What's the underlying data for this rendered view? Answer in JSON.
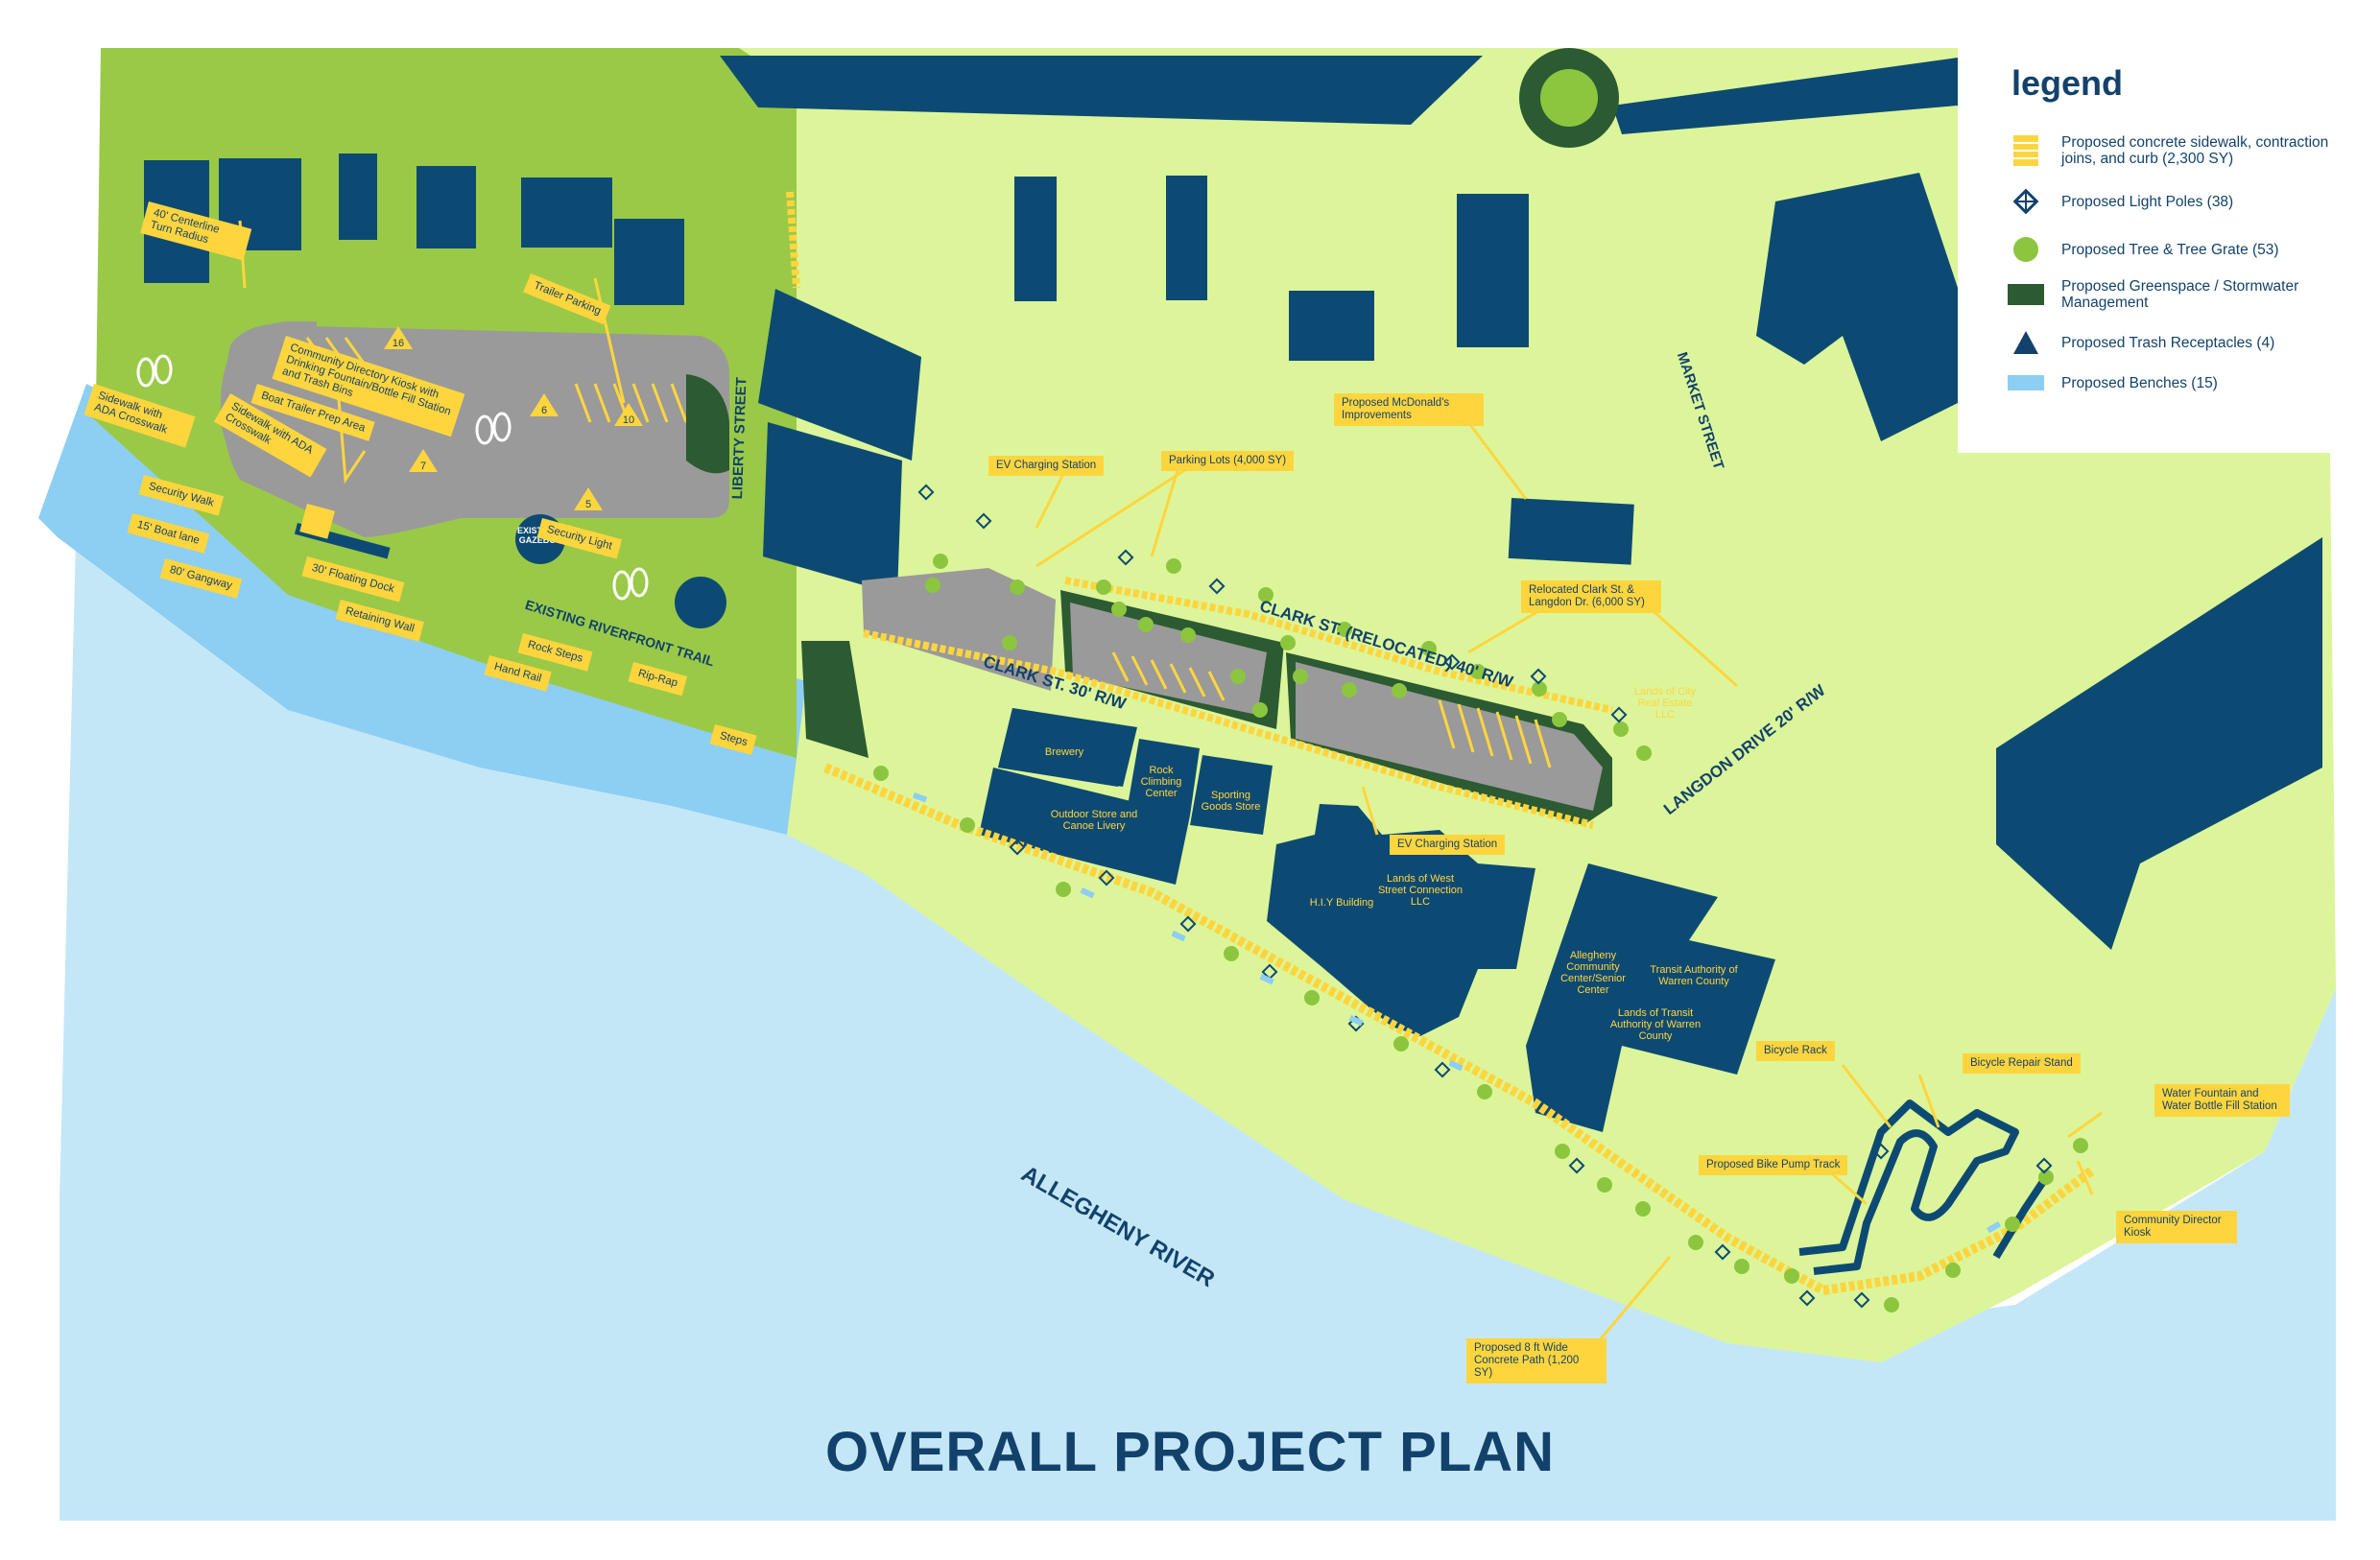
{
  "title": "OVERALL PROJECT PLAN",
  "colors": {
    "land": "#dcf59a",
    "greenspace": "#9ac947",
    "building": "#0d4a73",
    "water": "#c4e7f8",
    "water_dark": "#8dcef3",
    "pavement": "#9a9a9a",
    "callout": "#ffd53e",
    "tree": "#8cc63e",
    "dark_green": "#2c5a32"
  },
  "legend": {
    "title": "legend",
    "items": [
      {
        "icon": "sidewalk-swatch",
        "label": "Proposed concrete sidewalk, contraction joins, and curb (2,300 SY)"
      },
      {
        "icon": "light-pole-icon",
        "label": "Proposed Light Poles (38)"
      },
      {
        "icon": "tree-icon",
        "label": "Proposed Tree & Tree Grate (53)"
      },
      {
        "icon": "greenspace-swatch",
        "label": "Proposed Greenspace / Stormwater Management"
      },
      {
        "icon": "trash-triangle-icon",
        "label": "Proposed Trash Receptacles (4)"
      },
      {
        "icon": "bench-swatch",
        "label": "Proposed Benches (15)"
      }
    ]
  },
  "streets": {
    "liberty": "LIBERTY STREET",
    "market": "MARKET STREET",
    "clark_relocated": "CLARK ST. (RELOCATED) 40' R/W",
    "clark": "CLARK ST.  30' R/W",
    "langdon": "LANGDON DRIVE 20' R/W",
    "river": "ALLEGHENY RIVER",
    "trail": "EXISTING RIVERFRONT TRAIL",
    "gazebo": "EXISTING GAZEBO"
  },
  "buildings": {
    "brewery": "Brewery",
    "rock_climbing": "Rock Climbing Center",
    "sporting_goods": "Sporting Goods Store",
    "outdoor_store": "Outdoor Store and Canoe Livery",
    "hiy": "H.I.Y Building",
    "west_street": "Lands of West Street Connection LLC",
    "city_real_estate": "Lands of City Real Estate LLC",
    "allegheny_community": "Allegheny Community Center/Senior Center",
    "transit_1": "Transit Authority of Warren County",
    "transit_2": "Lands of Transit Authority of Warren County"
  },
  "callouts": {
    "turn_radius": "40' Centerline Turn Radius",
    "trailer_parking": "Trailer Parking",
    "kiosk": "Community Directory Kiosk with Drinking Fountain/Bottle Fill Station and Trash Bins",
    "boat_trailer": "Boat Trailer Prep Area",
    "sidewalk_ada_1": "Sidewalk with ADA Crosswalk",
    "sidewalk_ada_2": "Sidewalk with ADA Crosswalk",
    "security_walk": "Security Walk",
    "boat_lane": "15' Boat lane",
    "gangway": "80' Gangway",
    "floating_dock": "30' Floating Dock",
    "retaining_wall": "Retaining Wall",
    "security_light": "Security Light",
    "rock_steps": "Rock Steps",
    "hand_rail": "Hand Rail",
    "rip_rap": "Rip-Rap",
    "steps": "Steps",
    "ev_charging_1": "EV Charging Station",
    "parking_lots": "Parking Lots (4,000 SY)",
    "mcdonalds": "Proposed McDonald's Improvements",
    "relocated_clark": "Relocated Clark St. & Langdon Dr. (6,000 SY)",
    "ev_charging_2": "EV Charging Station",
    "bicycle_rack": "Bicycle Rack",
    "bicycle_repair": "Bicycle Repair Stand",
    "water_fountain": "Water Fountain and Water Bottle Fill Station",
    "bike_pump": "Proposed Bike Pump Track",
    "community_kiosk": "Community Director Kiosk",
    "concrete_path": "Proposed 8 ft Wide Concrete Path (1,200 SY)"
  },
  "parking_numbers": [
    "16",
    "6",
    "10",
    "7",
    "5"
  ]
}
